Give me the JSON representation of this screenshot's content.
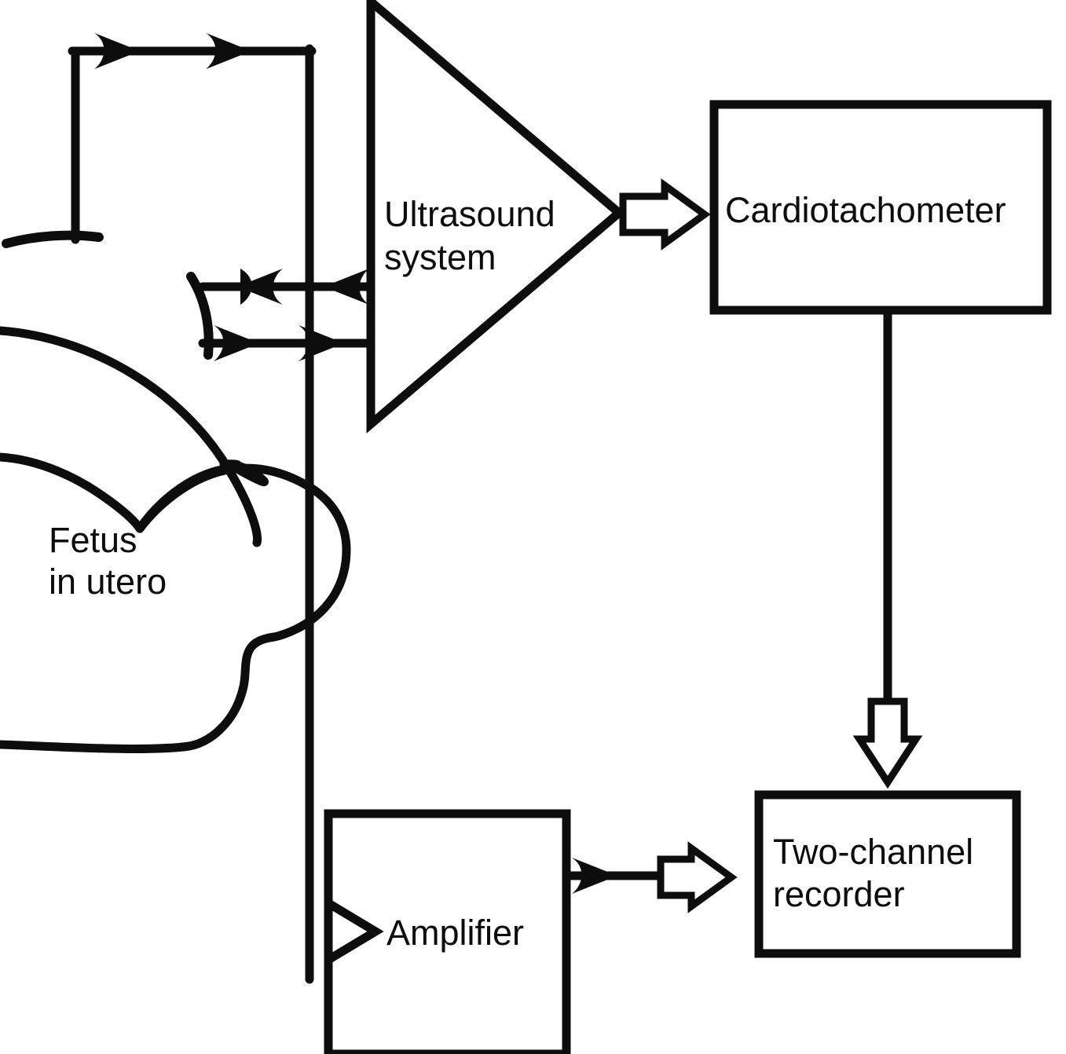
{
  "figure": {
    "type": "block-diagram",
    "subject": "Fetal heart rate monitoring instrumentation",
    "background_color": "#ffffff",
    "line_color": "#0d0d0d"
  },
  "nodes": {
    "ultrasound": {
      "label_line1": "Ultrasound",
      "label_line2": "system",
      "shape": "triangle-right"
    },
    "cardiotachometer": {
      "label": "Cardiotachometer",
      "shape": "rectangle"
    },
    "recorder": {
      "label_line1": "Two-channel",
      "label_line2": "recorder",
      "shape": "rectangle"
    },
    "amplifier": {
      "label": "Amplifier",
      "shape": "rectangle"
    },
    "anatomy": {
      "label_line1": "Fetus",
      "label_line2": "in utero",
      "shape": "freeform-outline"
    }
  },
  "connectors": [
    {
      "name": "electrode-to-ultrasound-cable",
      "style": "plain-line-with-solid-arrowheads",
      "direction": "right"
    },
    {
      "name": "ultrasound-to-transducer-echo",
      "style": "plain-line-with-solid-arrowheads",
      "direction": "left"
    },
    {
      "name": "transducer-to-ultrasound-beam",
      "style": "plain-line-with-solid-arrowheads",
      "direction": "right"
    },
    {
      "name": "ultrasound-to-cardiotachometer",
      "style": "hollow-block-arrow",
      "direction": "right"
    },
    {
      "name": "cardiotachometer-to-recorder",
      "style": "hollow-block-arrow",
      "direction": "down"
    },
    {
      "name": "amplifier-to-recorder",
      "style": "line-plus-hollow-block-arrow",
      "direction": "right"
    },
    {
      "name": "electrode-cable-to-amplifier",
      "style": "plain-line",
      "direction": "down"
    }
  ]
}
